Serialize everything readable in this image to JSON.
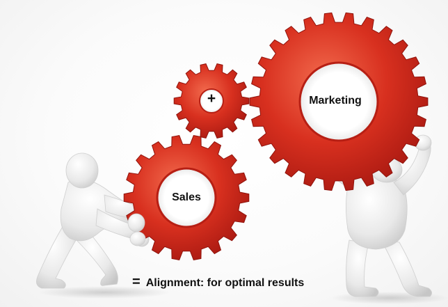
{
  "gears": {
    "large_label": "Marketing",
    "medium_label": "Sales",
    "small_symbol": "+"
  },
  "caption": {
    "symbol": "=",
    "text": "Alignment: for optimal results"
  },
  "colors": {
    "gear_red": "#d3261a",
    "gear_highlight": "#f06a4a",
    "figure_white": "#ececec"
  }
}
